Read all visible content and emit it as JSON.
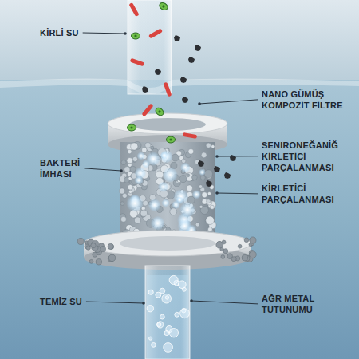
{
  "diagram": {
    "labels": [
      "KİRLİ SU",
      "NANO GÜMÜŞ KOMPOZİT FİLTRE",
      "SENIRONEĞANİĞ KİRLETİCİ PARÇALANMASI",
      "BAKTERİ İMHASI",
      "KİRLETİCİ PARÇALANMASI",
      "TEMİZ SU",
      "AĞR METAL TUTUNUMU"
    ]
  }
}
